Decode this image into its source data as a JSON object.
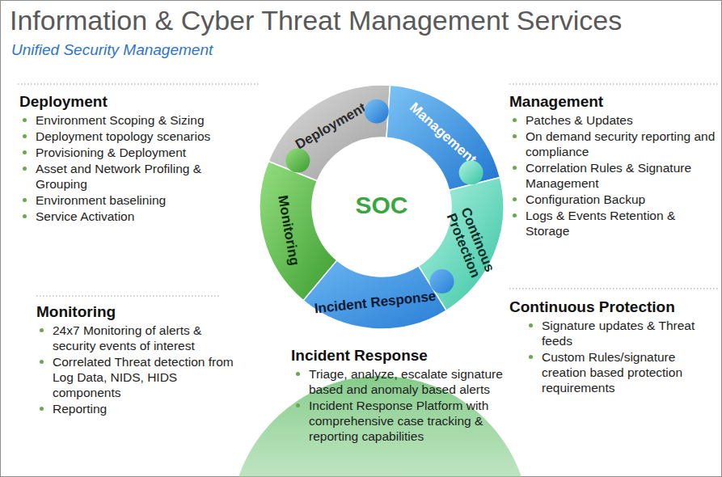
{
  "diagram": {
    "title": "Information & Cyber Threat Management Services",
    "nodes": [
      {
        "text": [
          "Deployment"
        ]
      },
      {
        "text": [
          "Management"
        ]
      },
      {
        "text": [
          "Continous Protection"
        ]
      },
      {
        "text": [
          "Incident Response"
        ]
      },
      {
        "text": [
          "Monitoring"
        ]
      }
    ],
    "labels": [
      "Unified Security Management",
      "Deployment",
      "Environment Scoping & Sizing",
      "Deployment topology scenarios",
      "Provisioning & Deployment",
      "Asset and Network Profiling & Grouping",
      "Environment baselining",
      "Service Activation",
      "Management",
      "Patches & Updates",
      "On demand security reporting and compliance",
      "Correlation Rules & Signature Management",
      "Configuration Backup",
      "Logs & Events Retention & Storage",
      "SOC",
      "Monitoring",
      "24x7 Monitoring of alerts & security events of interest",
      "Correlated Threat detection from Log Data, NIDS, HIDS components",
      "Reporting",
      "Continuous Protection",
      "Signature updates & Threat feeds",
      "Custom Rules/signature creation based protection requirements",
      "Incident Response",
      "Triage, analyze, escalate signature based and anomaly based alerts",
      "Incident Response Platform with comprehensive case tracking & reporting capabilities"
    ]
  }
}
